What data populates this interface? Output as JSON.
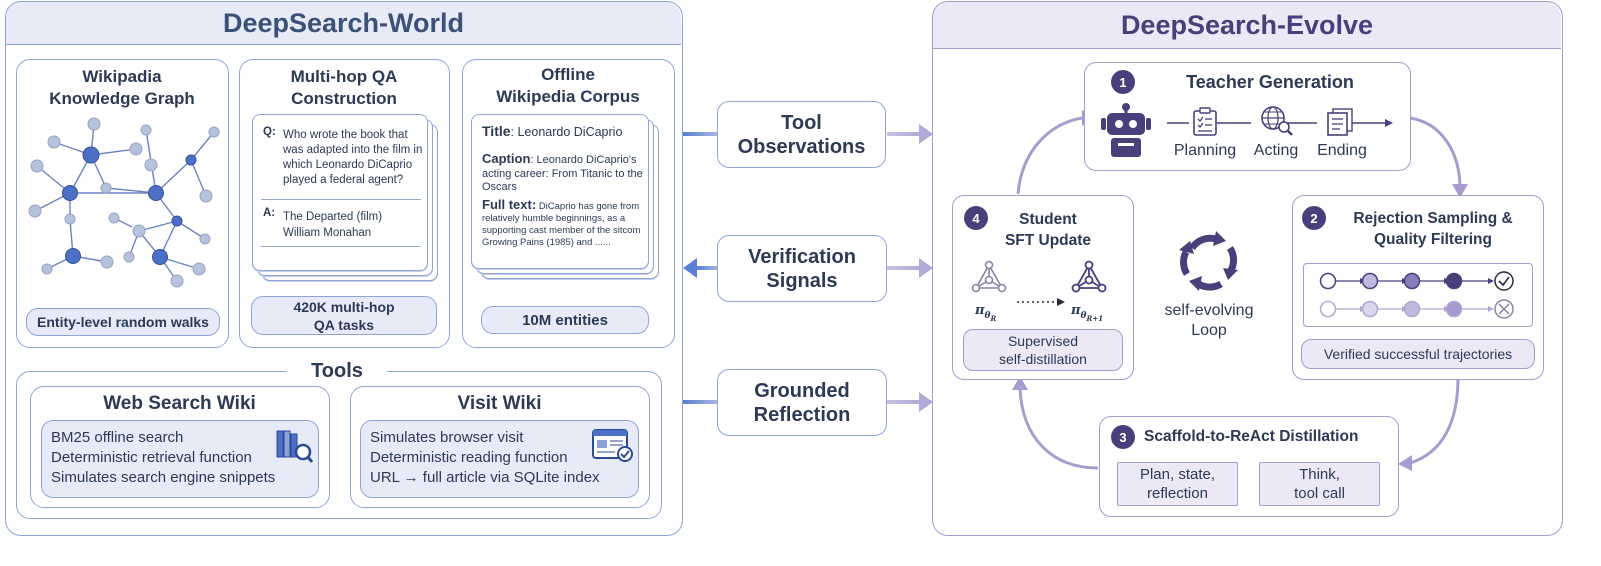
{
  "colors": {
    "world_blue": "#8fa5d8",
    "world_header_bg": "#e6ebf7",
    "world_title": "#3d5078",
    "evolve_purple": "#a79bcf",
    "evolve_header_bg": "#ece8f6",
    "evolve_title": "#4a3f7a",
    "arrow_blue": "#5b7fd4",
    "arrow_purple": "#b3a9d8"
  },
  "world": {
    "title": "DeepSearch-World",
    "kg": {
      "title": "Wikipadia\nKnowledge Graph",
      "pill": "Entity-level random walks"
    },
    "qa": {
      "title": "Multi-hop QA\nConstruction",
      "q_label": "Q:",
      "q_text": "Who wrote the book that was adapted into the film in which Leonardo DiCaprio played a federal agent?",
      "a_label": "A:",
      "a_text": "The Departed (film)\nWilliam Monahan",
      "pill": "420K multi-hop\nQA tasks"
    },
    "corpus": {
      "title": "Offline\nWikipedia Corpus",
      "title_label": "Title",
      "title_value": ": Leonardo DiCaprio",
      "caption_label": "Caption",
      "caption_value": ": Leonardo DiCaprio's acting career: From Titanic to the Oscars",
      "fulltext_label": "Full text:",
      "fulltext_value": "DiCaprio has gone from relatively humble beginnings, as a supporting cast member of the sitcom Growing Pains (1985) and ......",
      "pill": "10M entities"
    },
    "tools": {
      "title": "Tools",
      "web": {
        "title": "Web Search Wiki",
        "lines": [
          "BM25 offline search",
          "Deterministic retrieval function",
          "Simulates search engine snippets"
        ],
        "icon": "book-search-icon"
      },
      "visit": {
        "title": "Visit Wiki",
        "lines": [
          "Simulates browser visit",
          "Deterministic reading function",
          "URL → full article via SQLite index"
        ],
        "icon": "browser-check-icon"
      }
    }
  },
  "connectors": {
    "tool_observations": "Tool\nObservations",
    "verification_signals": "Verification\nSignals",
    "grounded_reflection": "Grounded\nReflection"
  },
  "evolve": {
    "title": "DeepSearch-Evolve",
    "teacher": {
      "num": "1",
      "title": "Teacher Generation",
      "steps": [
        "Planning",
        "Acting",
        "Ending"
      ]
    },
    "rejection": {
      "num": "2",
      "title": "Rejection Sampling &\nQuality Filtering",
      "pill": "Verified successful trajectories"
    },
    "scaffold": {
      "num": "3",
      "title": "Scaffold-to-ReAct Distillation",
      "left": "Plan,  state,\nreflection",
      "right": "Think,\ntool call"
    },
    "student": {
      "num": "4",
      "title": "Student\nSFT Update",
      "pi_left": "π",
      "pi_left_sub": "θ",
      "pi_left_subsub": "R",
      "pi_right": "π",
      "pi_right_sub": "θ",
      "pi_right_subsub": "R+1",
      "pill": "Supervised\nself-distillation"
    },
    "loop": "self-evolving\nLoop"
  }
}
